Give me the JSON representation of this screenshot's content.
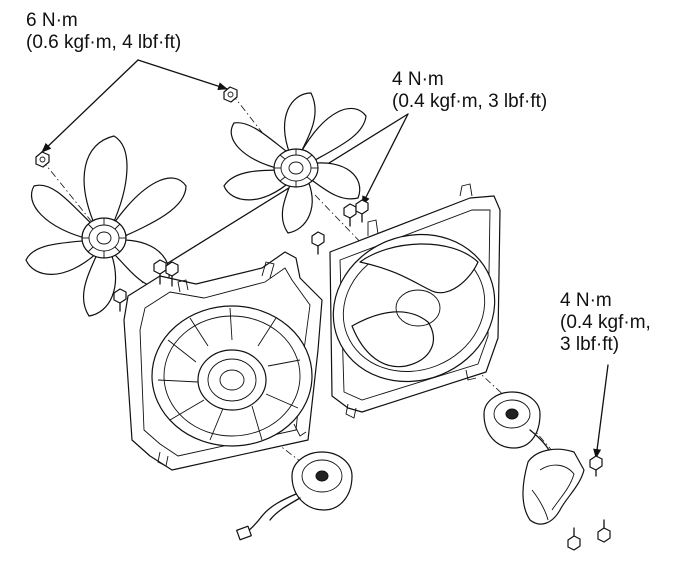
{
  "callouts": {
    "fan_bolt_torque": {
      "line1": "6 N·m",
      "line2": "(0.6 kgf·m, 4 lbf·ft)"
    },
    "shroud_bolt_torque": {
      "line1": "4 N·m",
      "line2": "(0.4 kgf·m, 3 lbf·ft)"
    },
    "motor_cover_torque": {
      "line1": "4 N·m",
      "line2": "(0.4 kgf·m,",
      "line3": "3 lbf·ft)"
    }
  }
}
